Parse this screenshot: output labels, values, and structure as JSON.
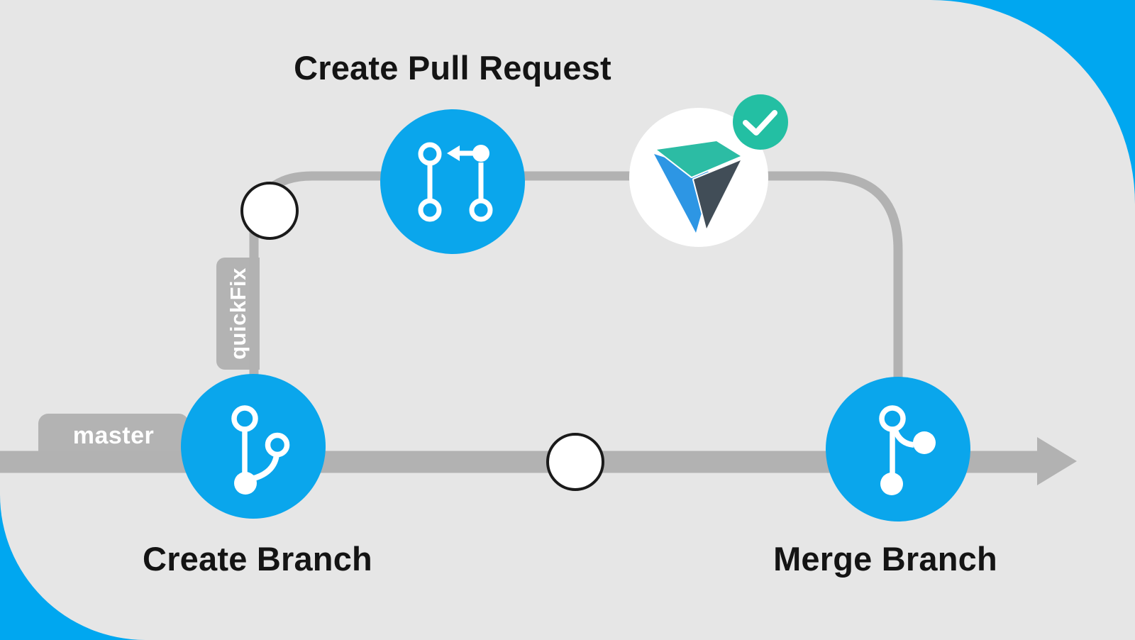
{
  "diagram": {
    "title": "Create Pull Request",
    "labels": {
      "create_branch": "Create Branch",
      "merge_branch": "Merge Branch"
    },
    "branch_tabs": {
      "master": "master",
      "quickfix": "quickFix"
    },
    "nodes": [
      {
        "id": "create-branch",
        "label": "Create Branch",
        "icon": "git-branch-icon"
      },
      {
        "id": "create-pull-request",
        "label": "Create Pull Request",
        "icon": "git-pull-request-icon"
      },
      {
        "id": "ci-check",
        "icon": "testproject-logo",
        "badge": "checkmark-icon",
        "status": "passed"
      },
      {
        "id": "merge-branch",
        "label": "Merge Branch",
        "icon": "git-merge-icon"
      }
    ],
    "colors": {
      "background_blue": "#00A7F0",
      "panel_gray": "#E6E6E6",
      "line_gray": "#B2B2B2",
      "tab_gray": "#B3B3B3",
      "step_circle_blue": "#0AA6EC",
      "badge_teal": "#23BFA3",
      "node_dot_border": "#1A1A1A",
      "logo_blue": "#2D96E4",
      "logo_teal": "#2CBCA4",
      "logo_dark": "#414D57",
      "text_black": "#141414"
    }
  }
}
